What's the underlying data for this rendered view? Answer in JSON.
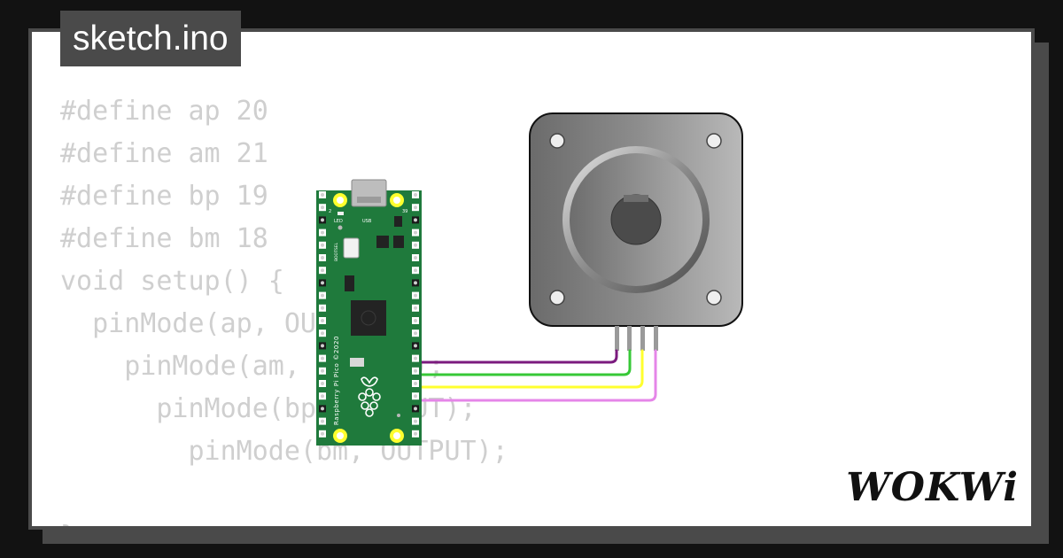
{
  "tab": {
    "filename": "sketch.ino"
  },
  "code_lines": [
    "#define ap 20",
    "#define am 21",
    "#define bp 19",
    "#define bm 18",
    "void setup() {",
    "  pinMode(ap, OUTPUT);",
    "    pinMode(am, OUTPUT);",
    "      pinMode(bp, OUTPUT);",
    "        pinMode(bm, OUTPUT);",
    "",
    "}"
  ],
  "board": {
    "silkscreen": "Raspberry Pi Pico ©2020",
    "led_label": "LED",
    "usb_label": "USB",
    "bootsel_label": "BOOTSEL",
    "pin_left_label": "2",
    "pin_right_label": "39"
  },
  "wires": [
    {
      "color": "#7b1b7e"
    },
    {
      "color": "#37c837"
    },
    {
      "color": "#ffff2e"
    },
    {
      "color": "#e586e8"
    }
  ],
  "brand": "WOKWi"
}
